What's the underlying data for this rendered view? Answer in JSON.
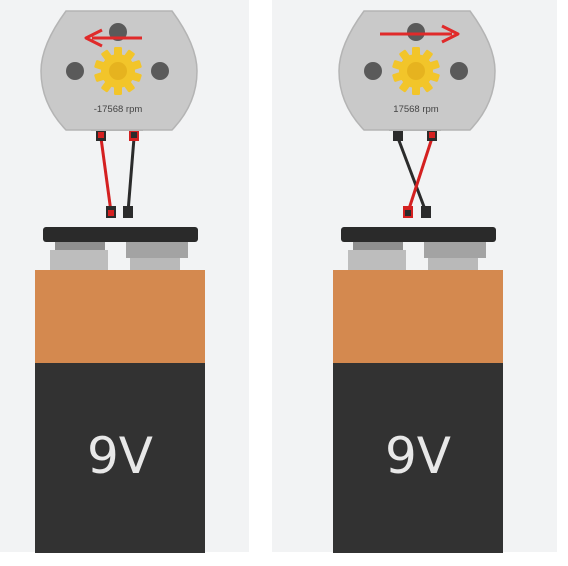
{
  "colors": {
    "background": "#ffffff",
    "panel": "#f2f3f4",
    "motor_body": "#c9c9c9",
    "motor_edge": "#b4b4b4",
    "motor_hole": "#5a5a5a",
    "gear": "#f2c52a",
    "gear_center": "#e6b31f",
    "arrow": "#e02a2a",
    "wire_red": "#d42020",
    "wire_black": "#2b2b2b",
    "battery_top": "#d4894f",
    "battery_bottom": "#323232",
    "battery_cap": "#2a2a2a",
    "terminal_light": "#bdbdbd",
    "terminal_dark": "#a3a3a3",
    "battery_text": "#e8e8e8"
  },
  "circuits": [
    {
      "id": "left",
      "motor": {
        "rpm_label": "-17568 rpm",
        "rotation_arrow": "left",
        "arrow_icon": "arrow-left-icon"
      },
      "wiring": "straight",
      "battery": {
        "voltage_label": "9V"
      }
    },
    {
      "id": "right",
      "motor": {
        "rpm_label": "17568 rpm",
        "rotation_arrow": "right",
        "arrow_icon": "arrow-right-icon"
      },
      "wiring": "crossed",
      "battery": {
        "voltage_label": "9V"
      }
    }
  ]
}
